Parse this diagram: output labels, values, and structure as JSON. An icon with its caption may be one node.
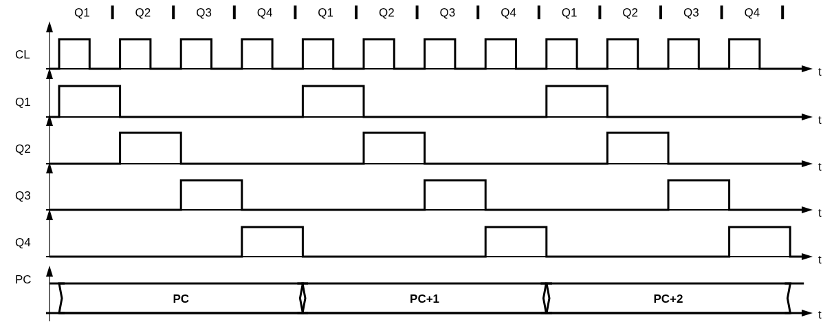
{
  "diagram": {
    "nodes": [
      {
        "text": [
          "PC"
        ]
      },
      {
        "text": [
          "PC+1"
        ]
      },
      {
        "text": [
          "PC+2"
        ]
      }
    ],
    "labels": [
      "Q1",
      "Q2",
      "Q3",
      "Q4",
      "Q1",
      "Q2",
      "Q3",
      "Q4",
      "Q1",
      "Q2",
      "Q3",
      "Q4",
      "CL",
      "t",
      "Q1",
      "t",
      "Q2",
      "t",
      "Q3",
      "t",
      "Q4",
      "t",
      "PC",
      "t"
    ]
  }
}
